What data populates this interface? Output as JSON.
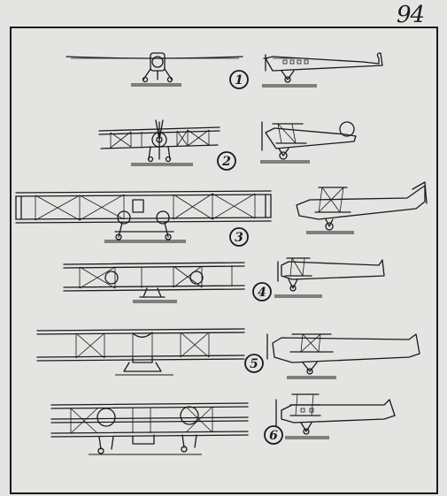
{
  "page": {
    "number": "94"
  },
  "rows": [
    {
      "label": "1"
    },
    {
      "label": "2"
    },
    {
      "label": "3"
    },
    {
      "label": "4"
    },
    {
      "label": "5"
    },
    {
      "label": "6"
    }
  ],
  "colors": {
    "ink": "#1a1a1a",
    "paper": "#e4e4e2"
  }
}
